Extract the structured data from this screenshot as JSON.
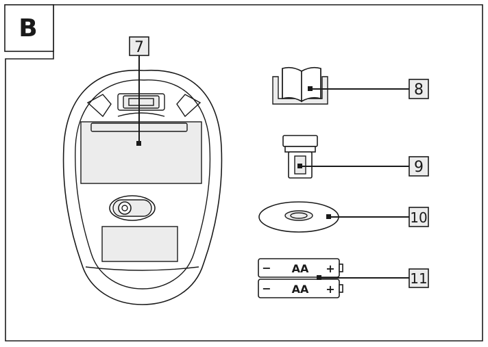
{
  "panel": {
    "letter": "B"
  },
  "parts": [
    {
      "number": "7",
      "item": "mouse"
    },
    {
      "number": "8",
      "item": "manual"
    },
    {
      "number": "9",
      "item": "usb-receiver"
    },
    {
      "number": "10",
      "item": "cd"
    },
    {
      "number": "11",
      "item": "batteries"
    }
  ],
  "batteries": {
    "top": {
      "minus": "−",
      "type": "AA",
      "plus": "+"
    },
    "bottom": {
      "minus": "−",
      "type": "AA",
      "plus": "+"
    }
  }
}
